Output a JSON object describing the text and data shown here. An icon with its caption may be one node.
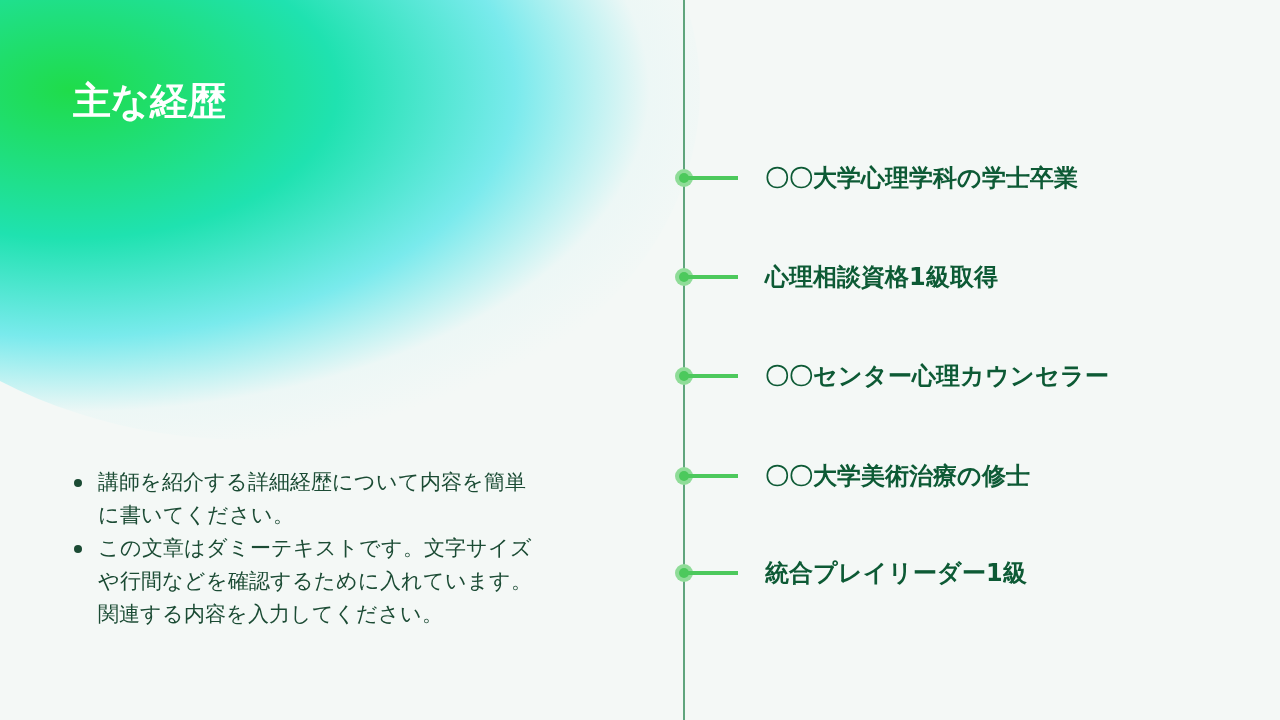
{
  "diagram": {
    "title": "主な経歴",
    "nodes": [
      {
        "text": [
          "〇〇大学心理学科の学士卒業"
        ]
      },
      {
        "text": [
          "心理相談資格1級取得"
        ]
      },
      {
        "text": [
          "〇〇センター心理カウンセラー"
        ]
      },
      {
        "text": [
          "〇〇大学美術治療の修士"
        ]
      },
      {
        "text": [
          "統合プレイリーダー1級"
        ]
      }
    ],
    "labels": [
      "講師を紹介する詳細経歴について内容を簡単に書いてください。",
      "この文章はダミーテキストです。文字サイズや行間などを確認するために入れています。関連する内容を入力してください。"
    ]
  }
}
